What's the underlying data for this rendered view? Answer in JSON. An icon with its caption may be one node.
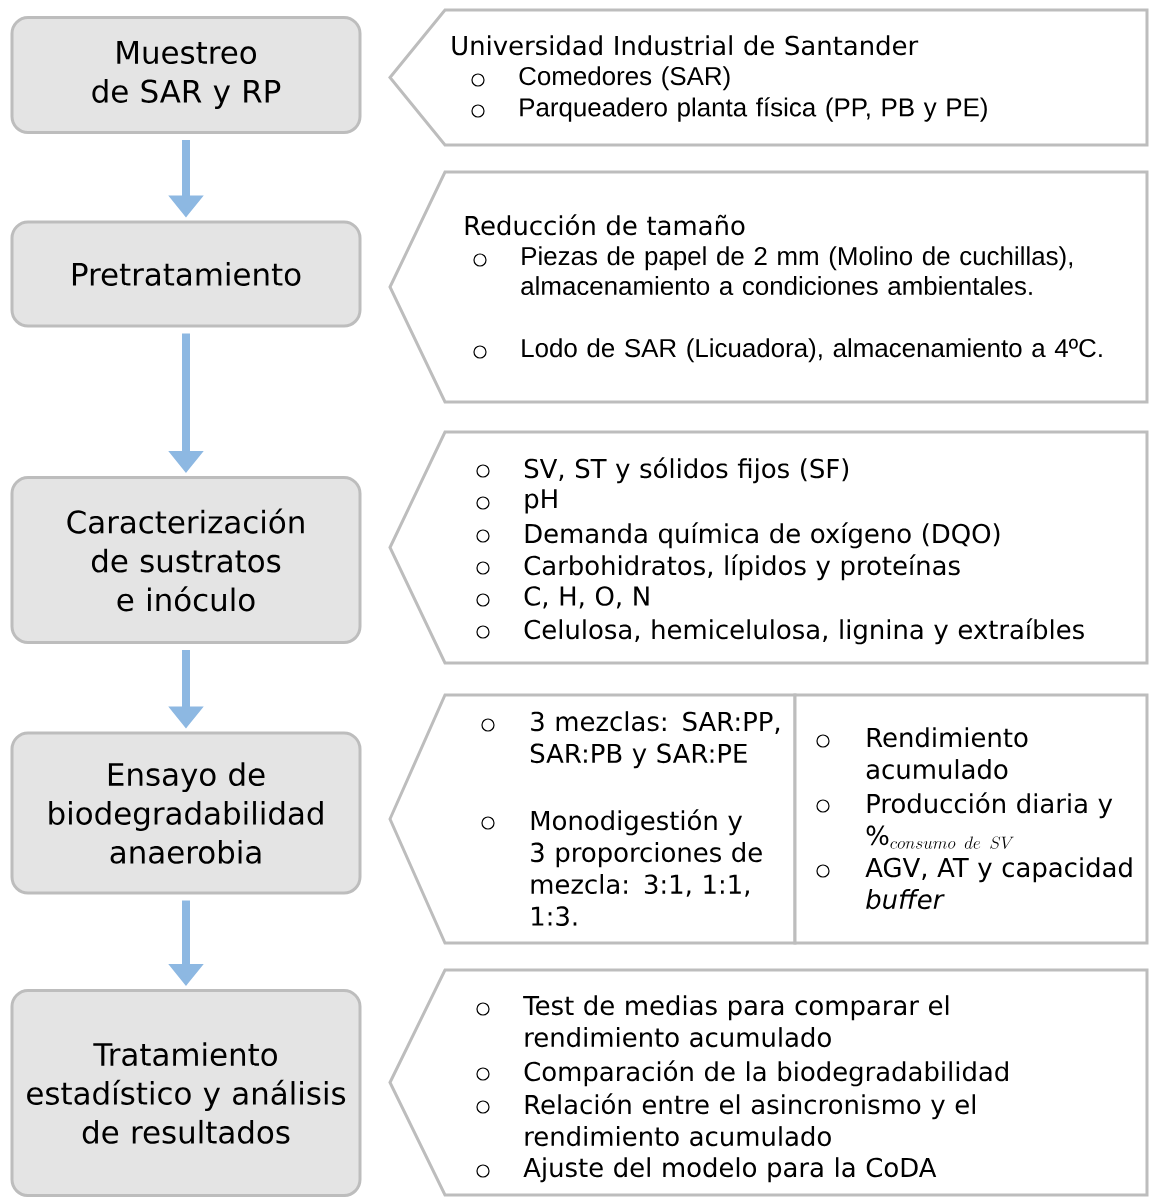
{
  "diagram": {
    "nodes": [
      {
        "text": [
          "Muestreo de SAR y RP"
        ]
      },
      {
        "text": [
          "Universidad Industrial de Santander",
          "Comedores  (SAR)",
          "Parqueadero planta física (PP, PB y PE)"
        ]
      },
      {
        "text": [
          "Pretratamiento"
        ]
      },
      {
        "text": [
          "Reducción de tamaño",
          "Piezas de papel de 2 mm (Molino de cuchillas), almacenamiento a condiciones ambientales.",
          "Lodo de SAR (Licuadora), almacenamiento a 4ºC."
        ]
      },
      {
        "text": [
          "Caracterización de sustratos e inóculo"
        ]
      },
      {
        "text": [
          "SV, ST y sólidos fijos (SF)",
          "pH",
          "Demanda química de oxígeno (DQO)",
          "Carbohidratos, lípidos y proteínas",
          "C, H, O, N",
          "Celulosa, hemicelulosa, lignina y extraíbles"
        ]
      },
      {
        "text": [
          "Ensayo de biodegradabilidad anaerobia"
        ]
      },
      {
        "text": [
          "3 mezclas: SAR:PP, SAR:PB y SAR:PE",
          "Monodigestión y 3 proporciones de mezcla: 3:1, 1:1, 1:3."
        ]
      },
      {
        "text": [
          "Rendimiento acumulado",
          "Producción diaria y",
          "\\%_{consumo\\ de\\ SV}",
          "AGV, AT y capacidad *buffer*"
        ]
      },
      {
        "text": [
          "Tratamiento estadístico y análisis de resultados"
        ]
      },
      {
        "text": [
          "Test de medias para comparar el rendimiento acumulado",
          "Comparación de la biodegradabilidad",
          "Relación entre el asincronismo y el rendimiento acumulado",
          "Ajuste del modelo para la CoDA"
        ]
      }
    ],
    "edges": [
      {
        "from": 0,
        "to": 2,
        "arrow": "to"
      },
      {
        "from": 2,
        "to": 4,
        "arrow": "to"
      },
      {
        "from": 4,
        "to": 6,
        "arrow": "to"
      },
      {
        "from": 6,
        "to": 9,
        "arrow": "to"
      }
    ]
  }
}
